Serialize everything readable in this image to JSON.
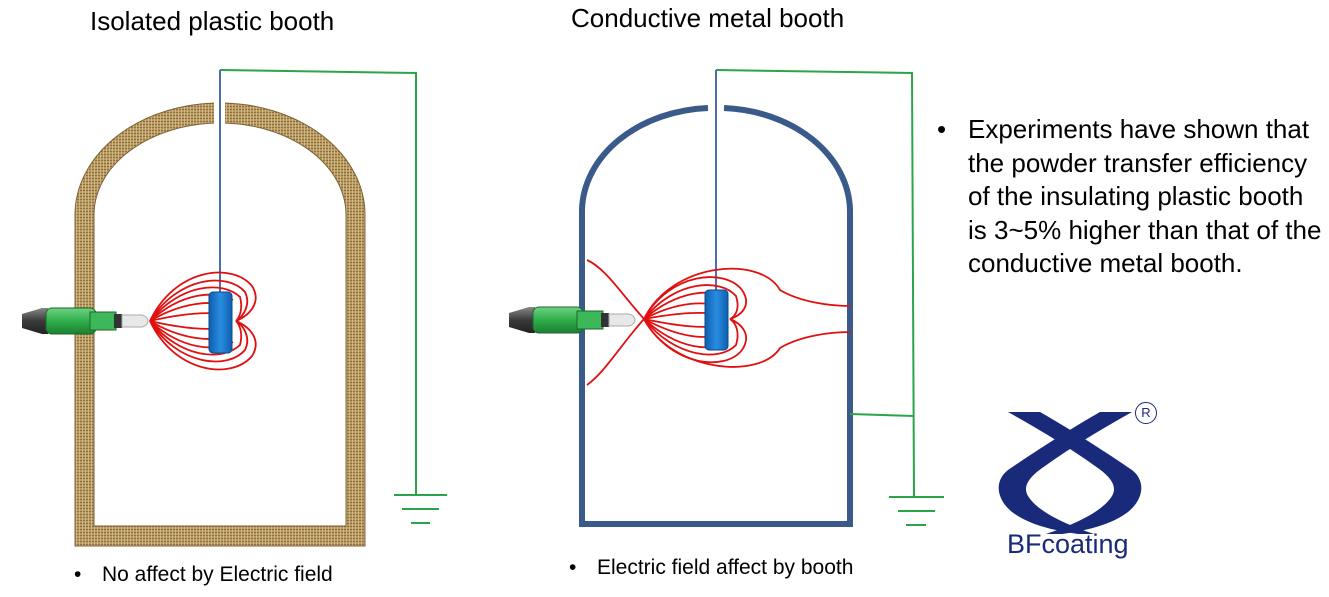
{
  "left_panel": {
    "title": "Isolated plastic booth",
    "caption": "No affect by Electric field",
    "wall_color": "#b99a63"
  },
  "right_panel": {
    "title": "Conductive metal booth",
    "caption": "Electric field affect by booth",
    "wall_color": "#3a5a8a"
  },
  "notes": {
    "bullet": "•",
    "text": "Experiments have shown that the powder transfer efficiency of the insulating plastic booth is 3~5% higher than that of the conductive metal booth."
  },
  "logo": {
    "brand": "BFcoating",
    "registered": "R",
    "color": "#1a2a7a"
  },
  "colors": {
    "ground_wire": "#2aa54a",
    "hanger_wire": "#4a6fb0",
    "field_lines": "#e01010",
    "part": "#1070c8",
    "gun_body": "#2fae4a"
  },
  "icons": [
    "spray-gun-icon",
    "ground-symbol-icon",
    "bfcoating-logo-icon"
  ]
}
